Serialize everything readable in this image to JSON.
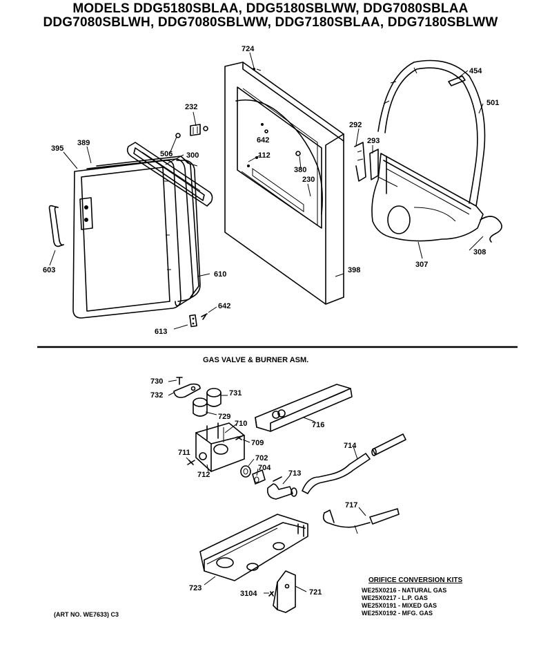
{
  "header": {
    "line1": "MODELS DDG5180SBLAA, DDG5180SBLWW, DDG7080SBLAA",
    "line2": "DDG7080SBLWH, DDG7080SBLWW, DDG7180SBLAA, DDG7180SBLWW"
  },
  "section": {
    "title": "GAS VALVE & BURNER ASM."
  },
  "parts": [
    {
      "id": "p724",
      "text": "724"
    },
    {
      "id": "p454",
      "text": "454"
    },
    {
      "id": "p501",
      "text": "501"
    },
    {
      "id": "p232",
      "text": "232"
    },
    {
      "id": "p292",
      "text": "292"
    },
    {
      "id": "p642a",
      "text": "642"
    },
    {
      "id": "p389",
      "text": "389"
    },
    {
      "id": "p395",
      "text": "395"
    },
    {
      "id": "p293",
      "text": "293"
    },
    {
      "id": "p506",
      "text": "506"
    },
    {
      "id": "p300",
      "text": "300"
    },
    {
      "id": "p112",
      "text": "112"
    },
    {
      "id": "p380",
      "text": "380"
    },
    {
      "id": "p230",
      "text": "230"
    },
    {
      "id": "p308",
      "text": "308"
    },
    {
      "id": "p603",
      "text": "603"
    },
    {
      "id": "p307",
      "text": "307"
    },
    {
      "id": "p610",
      "text": "610"
    },
    {
      "id": "p398",
      "text": "398"
    },
    {
      "id": "p642b",
      "text": "642"
    },
    {
      "id": "p613",
      "text": "613"
    },
    {
      "id": "p730",
      "text": "730"
    },
    {
      "id": "p732",
      "text": "732"
    },
    {
      "id": "p731",
      "text": "731"
    },
    {
      "id": "p729",
      "text": "729"
    },
    {
      "id": "p716",
      "text": "716"
    },
    {
      "id": "p710",
      "text": "710"
    },
    {
      "id": "p709",
      "text": "709"
    },
    {
      "id": "p714",
      "text": "714"
    },
    {
      "id": "p711",
      "text": "711"
    },
    {
      "id": "p702",
      "text": "702"
    },
    {
      "id": "p712",
      "text": "712"
    },
    {
      "id": "p704",
      "text": "704"
    },
    {
      "id": "p713",
      "text": "713"
    },
    {
      "id": "p717",
      "text": "717"
    },
    {
      "id": "p723",
      "text": "723"
    },
    {
      "id": "p3104",
      "text": "3104"
    },
    {
      "id": "p721",
      "text": "721"
    }
  ],
  "orifice_kits": {
    "title": "ORIFICE CONVERSION KITS",
    "rows": [
      "WE25X0216 - NATURAL GAS",
      "WE25X0217 - L.P. GAS",
      "WE25X0191 - MIXED GAS",
      "WE25X0192 - MFG. GAS"
    ]
  },
  "art_no": "(ART NO. WE7633) C3"
}
